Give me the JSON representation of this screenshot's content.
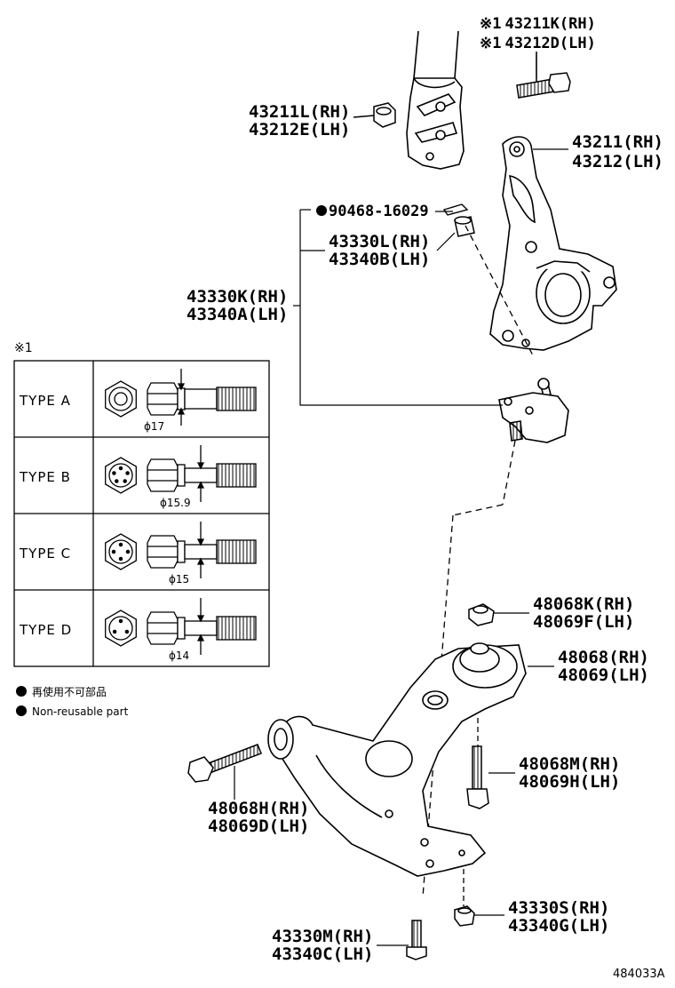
{
  "callouts": {
    "bolt_rh": "43211K(RH)",
    "bolt_lh": "43212D(LH)",
    "bolt_mark": "※1",
    "nut_top_rh": "43211L(RH)",
    "nut_top_lh": "43212E(LH)",
    "knuckle_rh": "43211(RH)",
    "knuckle_lh": "43212(LH)",
    "cotter_pin": "90468-16029",
    "castle_nut_rh": "43330L(RH)",
    "castle_nut_lh": "43340B(LH)",
    "ball_joint_rh": "43330K(RH)",
    "ball_joint_lh": "43340A(LH)",
    "lca_nut_rh": "48068K(RH)",
    "lca_nut_lh": "48069F(LH)",
    "lca_rh": "48068(RH)",
    "lca_lh": "48069(LH)",
    "lca_bolt_rear_rh": "48068M(RH)",
    "lca_bolt_rear_lh": "48069H(LH)",
    "lca_bolt_front_rh": "48068H(RH)",
    "lca_bolt_front_lh": "48069D(LH)",
    "bj_nut_rh": "43330S(RH)",
    "bj_nut_lh": "43340G(LH)",
    "bj_bolt_rh": "43330M(RH)",
    "bj_bolt_lh": "43340C(LH)"
  },
  "type_table": {
    "mark": "※1",
    "rows": [
      {
        "label": "TYPE  A",
        "dia": "ϕ17"
      },
      {
        "label": "TYPE  B",
        "dia": "ϕ15.9"
      },
      {
        "label": "TYPE  C",
        "dia": "ϕ15"
      },
      {
        "label": "TYPE  D",
        "dia": "ϕ14"
      }
    ]
  },
  "legend": {
    "jp": "再使用不可部品",
    "en": "Non-reusable part"
  },
  "figure_code": "484033A"
}
